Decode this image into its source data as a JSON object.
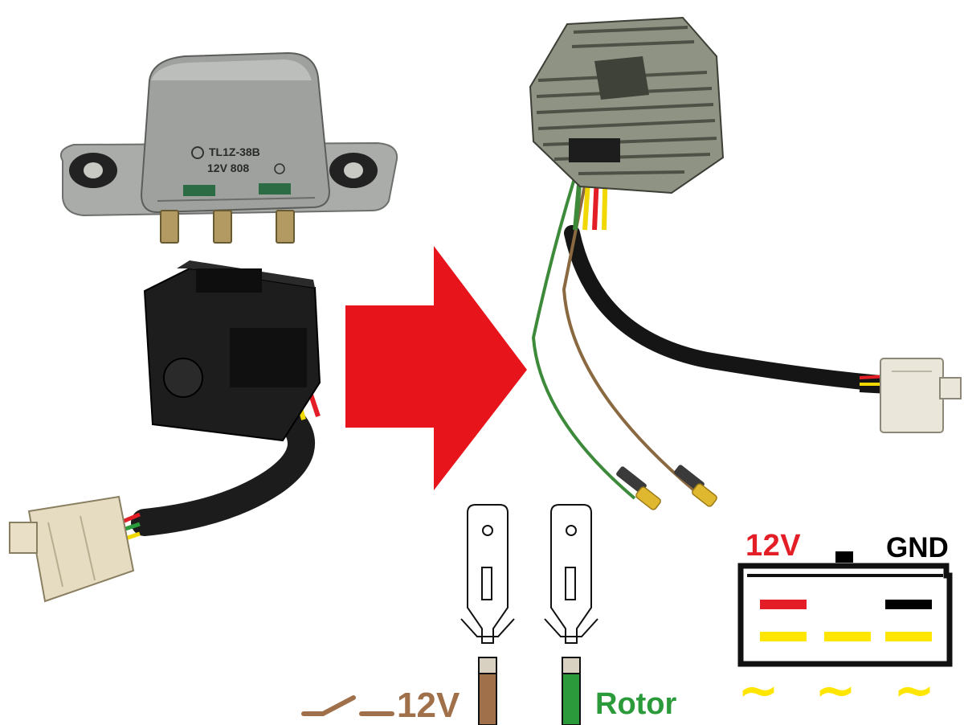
{
  "old_regulator": {
    "marking_line1": "TL1Z-38B",
    "marking_line2": "12V 808"
  },
  "connector_pinout": {
    "label_12v": "12V",
    "label_gnd": "GND",
    "wire_colors": {
      "red": "#e41e26",
      "black": "#000000",
      "yellow": "#ffe600"
    },
    "wave_symbol": "~"
  },
  "terminals": {
    "brown_label": "12V",
    "green_label": "Rotor",
    "brown_color": "#a0704a",
    "green_color": "#2a9a3a"
  },
  "arrow": {
    "color": "#e8141c"
  }
}
